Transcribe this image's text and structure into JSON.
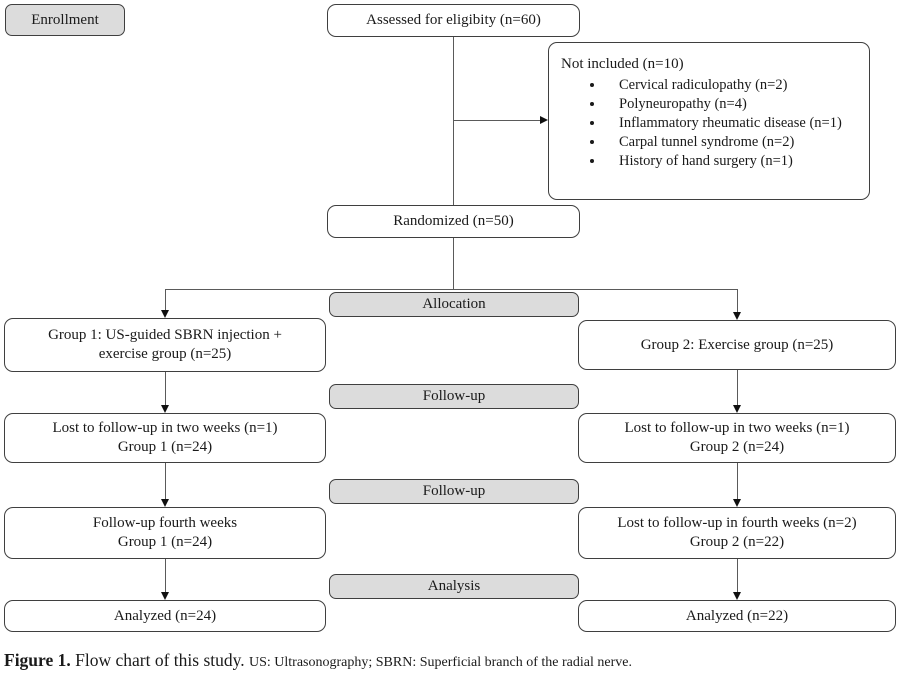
{
  "stages": {
    "enrollment": "Enrollment",
    "allocation": "Allocation",
    "followup_1": "Follow-up",
    "followup_2": "Follow-up",
    "analysis": "Analysis"
  },
  "boxes": {
    "assessed": "Assessed for eligibity (n=60)",
    "not_included": {
      "title": "Not included (n=10)",
      "items": [
        "Cervical radiculopathy (n=2)",
        "Polyneuropathy (n=4)",
        "Inflammatory rheumatic disease (n=1)",
        "Carpal tunnel syndrome (n=2)",
        "History of hand surgery (n=1)"
      ]
    },
    "randomized": "Randomized (n=50)",
    "group1": "Group 1: US-guided SBRN injection +\nexercise group (n=25)",
    "group2": "Group 2: Exercise group (n=25)",
    "lost_two_weeks_g1": "Lost to follow-up in two weeks (n=1)\nGroup 1 (n=24)",
    "lost_two_weeks_g2": "Lost to follow-up in two weeks (n=1)\nGroup 2 (n=24)",
    "fourth_weeks_g1": "Follow-up fourth weeks\nGroup 1 (n=24)",
    "fourth_weeks_g2": "Lost to follow-up in fourth weeks (n=2)\nGroup 2 (n=22)",
    "analyzed_g1": "Analyzed (n=24)",
    "analyzed_g2": "Analyzed (n=22)"
  },
  "caption": {
    "fig_label": "Figure 1.",
    "title": " Flow chart of this study. ",
    "abbrev": "US: Ultrasonography; SBRN: Superficial branch of the radial nerve."
  },
  "colors": {
    "stage_fill": "#dcdcdc",
    "box_border": "#3f3f3f",
    "line_color": "#5a5a5a",
    "arrow_color": "#101010"
  }
}
